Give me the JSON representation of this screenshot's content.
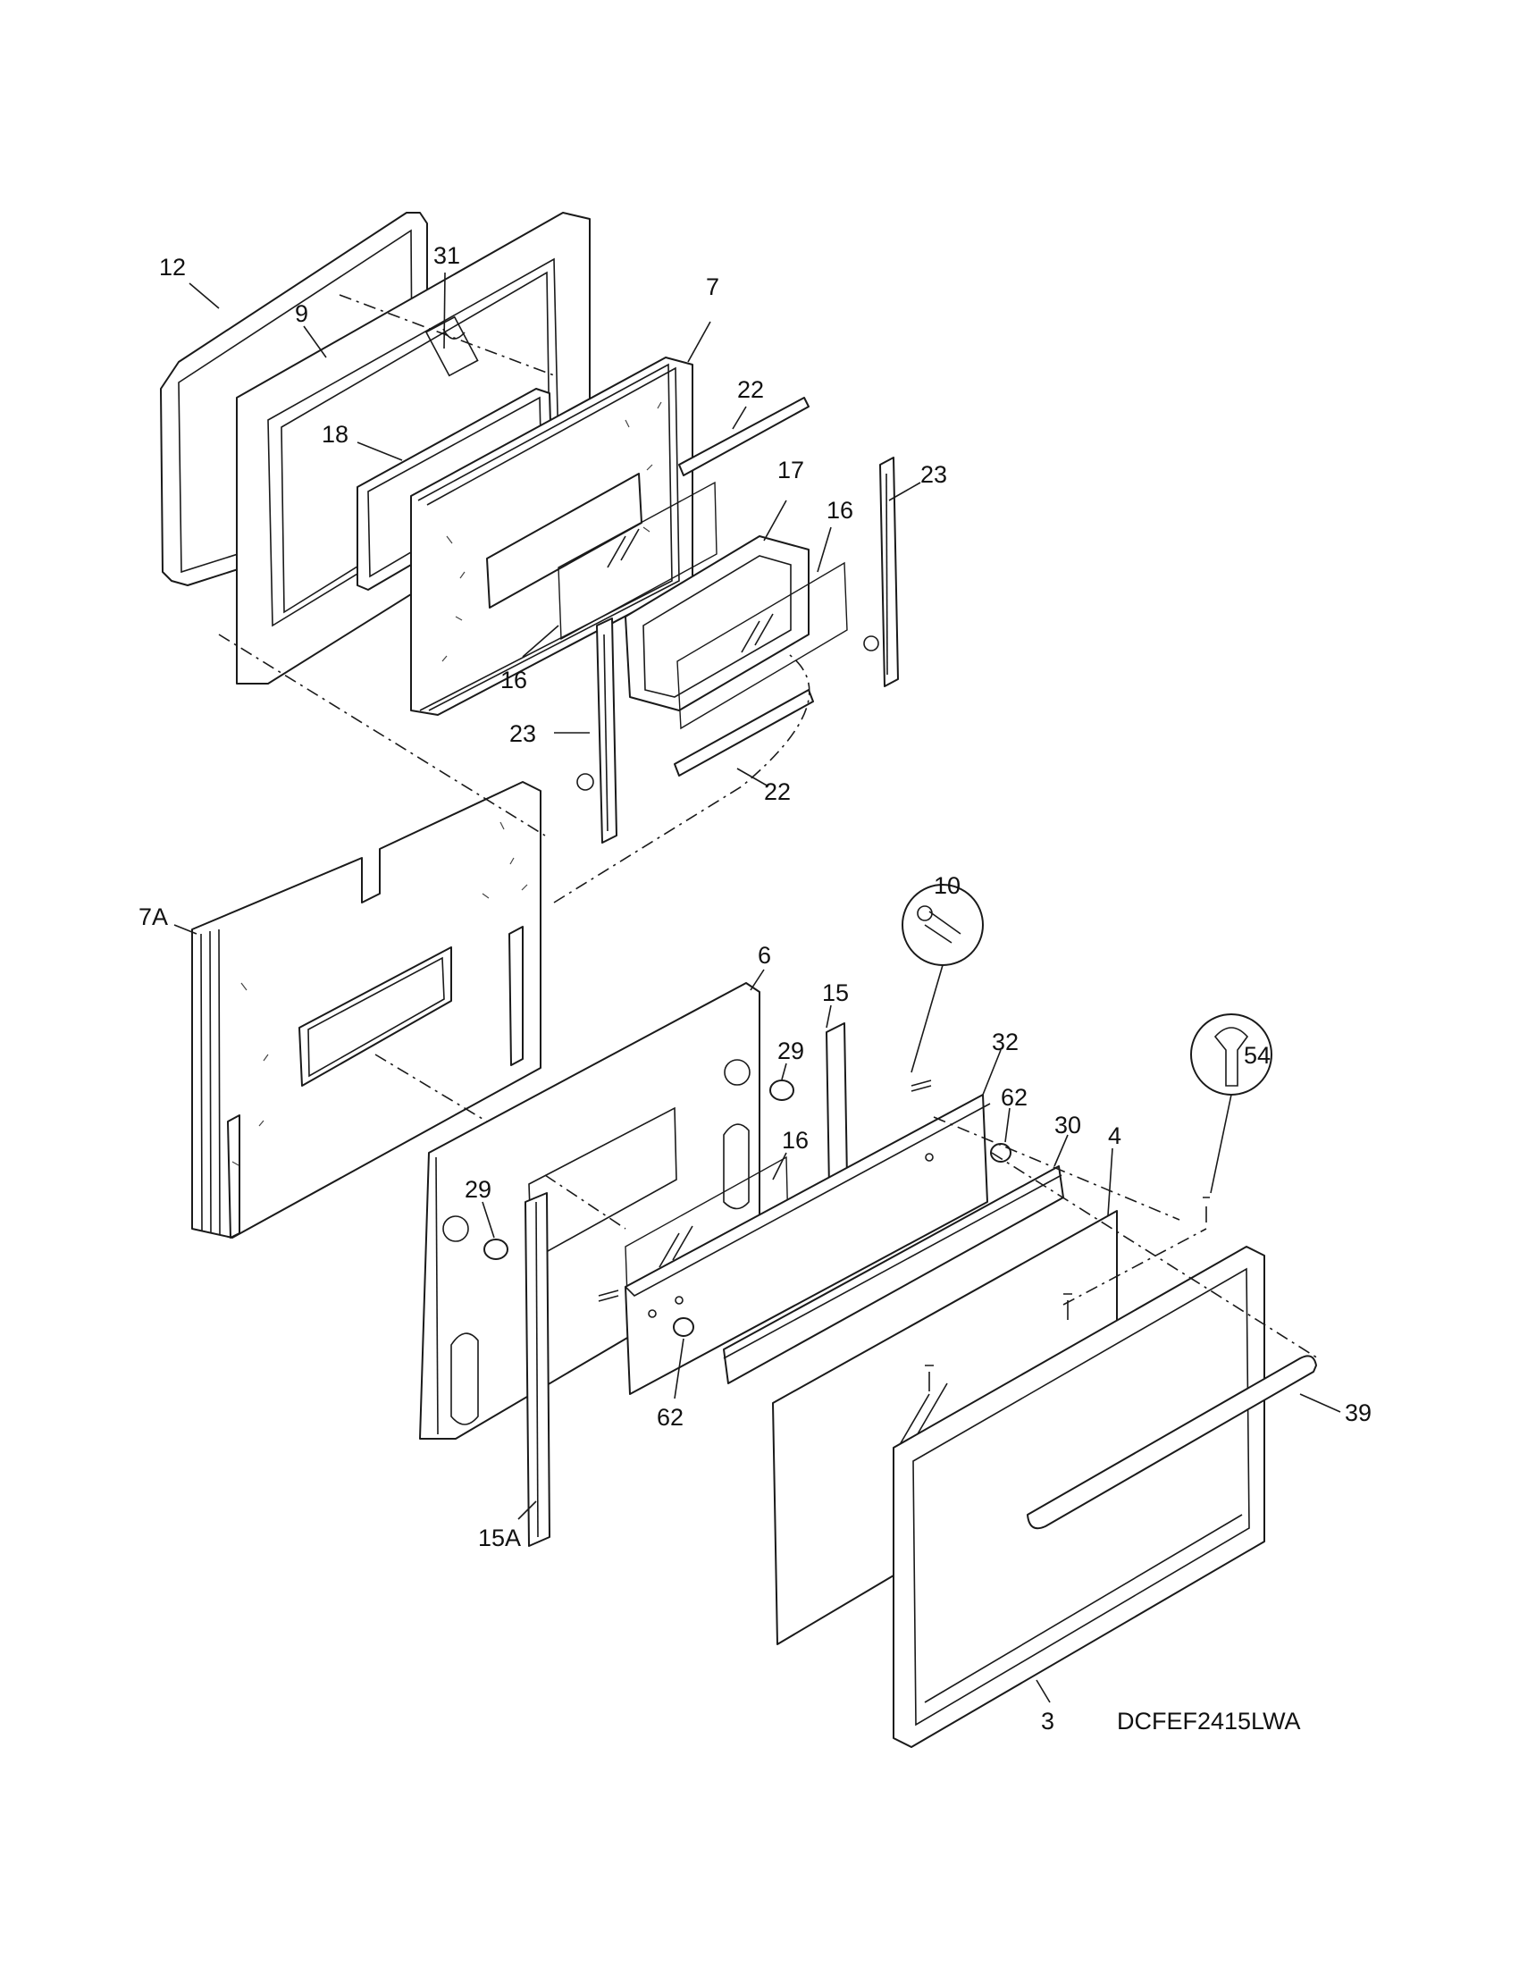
{
  "diagram": {
    "model_code": "DCFEF2415LWA",
    "callouts": [
      {
        "id": "c12",
        "label": "12"
      },
      {
        "id": "c9",
        "label": "9"
      },
      {
        "id": "c31",
        "label": "31"
      },
      {
        "id": "c7",
        "label": "7"
      },
      {
        "id": "c18",
        "label": "18"
      },
      {
        "id": "c22a",
        "label": "22"
      },
      {
        "id": "c17",
        "label": "17"
      },
      {
        "id": "c23a",
        "label": "23"
      },
      {
        "id": "c16a",
        "label": "16"
      },
      {
        "id": "c16b",
        "label": "16"
      },
      {
        "id": "c23b",
        "label": "23"
      },
      {
        "id": "c22b",
        "label": "22"
      },
      {
        "id": "c7A",
        "label": "7A"
      },
      {
        "id": "c10",
        "label": "10"
      },
      {
        "id": "c6",
        "label": "6"
      },
      {
        "id": "c15",
        "label": "15"
      },
      {
        "id": "c29a",
        "label": "29"
      },
      {
        "id": "c32",
        "label": "32"
      },
      {
        "id": "c54",
        "label": "54"
      },
      {
        "id": "c62a",
        "label": "62"
      },
      {
        "id": "c30",
        "label": "30"
      },
      {
        "id": "c4",
        "label": "4"
      },
      {
        "id": "c16c",
        "label": "16"
      },
      {
        "id": "c29b",
        "label": "29"
      },
      {
        "id": "c62b",
        "label": "62"
      },
      {
        "id": "c39",
        "label": "39"
      },
      {
        "id": "c15A",
        "label": "15A"
      },
      {
        "id": "c3",
        "label": "3"
      }
    ]
  }
}
